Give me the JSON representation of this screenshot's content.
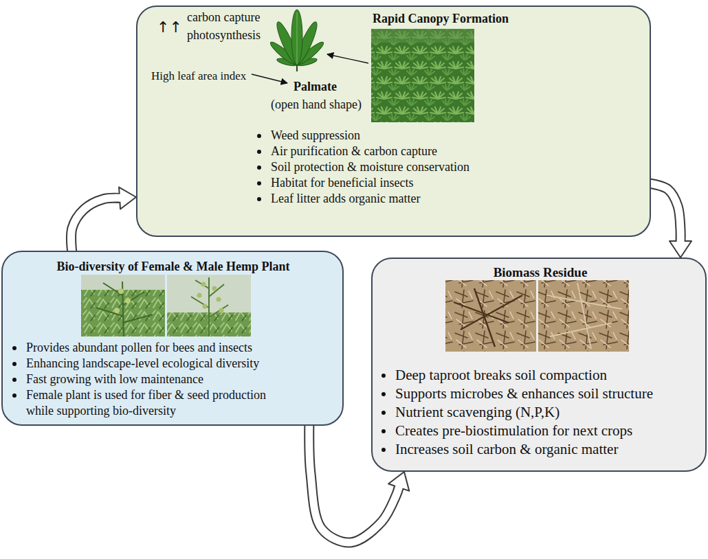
{
  "diagram": {
    "nodes": [
      {
        "text": [
          "↑↑",
          "carbon capture",
          "photosynthesis",
          "Rapid Canopy Formation",
          "High leaf area index",
          "Palmate",
          "(open hand shape)",
          "Weed suppression",
          "Air purification & carbon capture",
          "Soil protection & moisture conservation",
          "Habitat for beneficial insects",
          "Leaf litter adds organic matter"
        ]
      },
      {
        "text": [
          "Bio-diversity of Female & Male Hemp Plant",
          "Provides abundant pollen for bees and insects",
          "Enhancing landscape-level ecological diversity",
          "Fast growing with low maintenance",
          "Female plant is used for fiber & seed production while supporting bio-diversity"
        ]
      },
      {
        "text": [
          "Biomass Residue",
          "Deep taproot breaks soil compaction",
          "Supports microbes & enhances soil structure",
          "Nutrient scavenging (N,P,K)",
          "Creates pre-biostimulation for next crops",
          "Increases soil carbon & organic matter"
        ]
      }
    ],
    "edges": [
      {
        "from": 1,
        "to": 0,
        "arrow": "to"
      },
      {
        "from": 0,
        "to": 2,
        "arrow": "to"
      },
      {
        "from": 1,
        "to": 2,
        "arrow": "to"
      }
    ]
  }
}
